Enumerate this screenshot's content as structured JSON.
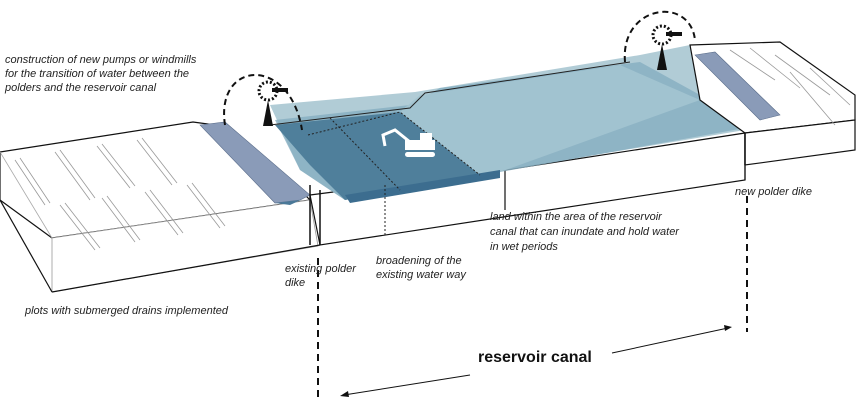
{
  "labels": {
    "pumps": [
      "construction of new pumps or windmills",
      "for the transition of water between the",
      "polders and the reservoir canal"
    ],
    "plots": "plots with submerged drains implemented",
    "existing_dike": [
      "existing polder",
      "dike"
    ],
    "broadening": [
      "broadening of the",
      "existing water way"
    ],
    "land": [
      "land within the area of the reservoir",
      "canal that can inundate and hold water",
      "in wet periods"
    ],
    "new_dike": "new polder dike",
    "reservoir": "reservoir canal"
  },
  "colors": {
    "water_dark": "#4f7f9b",
    "water_light": "#a8c6d2",
    "ditch": "#8a9bb8",
    "line": "#111111"
  }
}
